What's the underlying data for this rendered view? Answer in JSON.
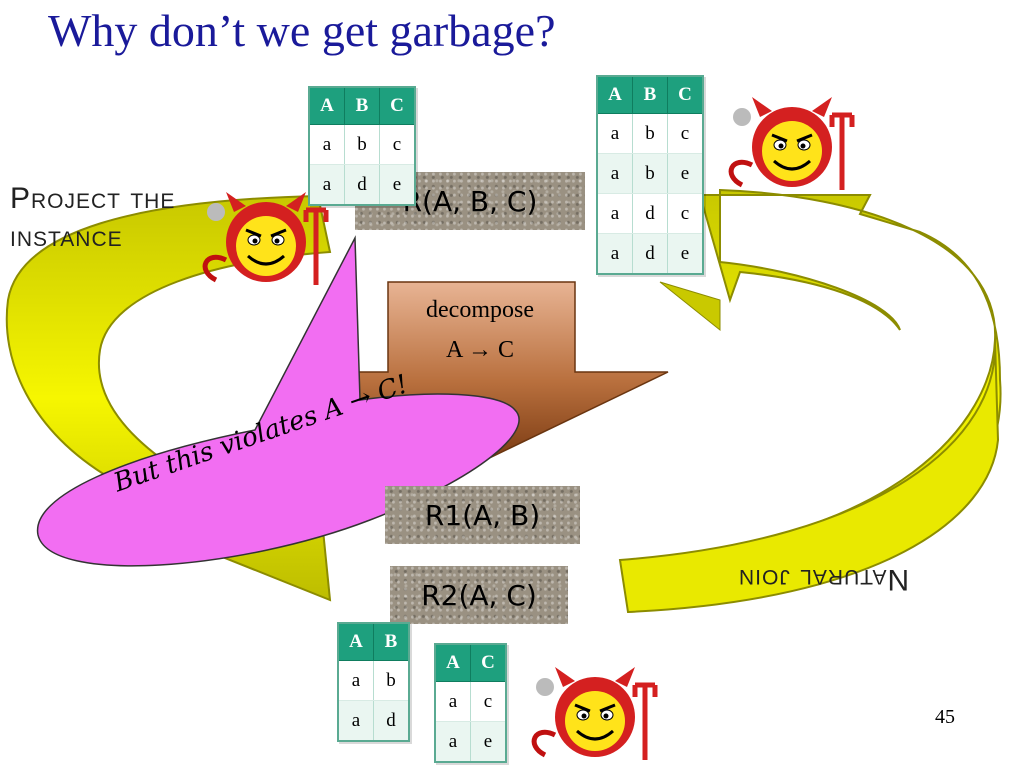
{
  "title": "Why don’t we get garbage?",
  "labels": {
    "project": "Project the instance",
    "natural_join": "Natural join",
    "decompose_line1": "decompose",
    "decompose_line2": "A → C",
    "violation": "But this violates A → C!"
  },
  "relations": {
    "r": "R(A, B, C)",
    "r1": "R1(A, B)",
    "r2": "R2(A, C)"
  },
  "tables": {
    "projected": {
      "headers": [
        "A",
        "B",
        "C"
      ],
      "rows": [
        [
          "a",
          "b",
          "c"
        ],
        [
          "a",
          "d",
          "e"
        ]
      ]
    },
    "joined": {
      "headers": [
        "A",
        "B",
        "C"
      ],
      "rows": [
        [
          "a",
          "b",
          "c"
        ],
        [
          "a",
          "b",
          "e"
        ],
        [
          "a",
          "d",
          "c"
        ],
        [
          "a",
          "d",
          "e"
        ]
      ]
    },
    "r1": {
      "headers": [
        "A",
        "B"
      ],
      "rows": [
        [
          "a",
          "b"
        ],
        [
          "a",
          "d"
        ]
      ]
    },
    "r2": {
      "headers": [
        "A",
        "C"
      ],
      "rows": [
        [
          "a",
          "c"
        ],
        [
          "a",
          "e"
        ]
      ]
    }
  },
  "icons": [
    "devil-smiley-icon"
  ],
  "colors": {
    "title": "#1a1a9a",
    "arrow_yellow": "#f2f200",
    "bubble_pink": "#f26ef2",
    "table_header": "#1ea07e"
  },
  "page_number": "45"
}
